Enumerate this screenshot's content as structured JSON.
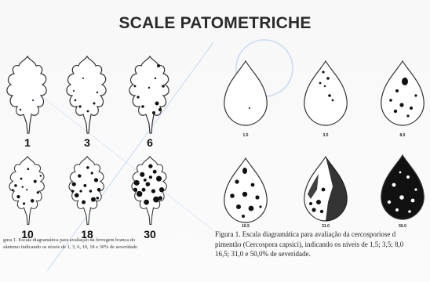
{
  "slide": {
    "title": "SCALE PATOMETRICHE"
  },
  "left_figure": {
    "labels": [
      "1",
      "3",
      "6",
      "10",
      "18",
      "30"
    ],
    "caption_lines": [
      "gura 1. Escala diagramática para avaliação da ferrugem branca do",
      "sântemo indicando os níveis de 1, 3, 6, 10, 18 e 30% de severidade"
    ]
  },
  "right_figure": {
    "labels": [
      "1.5",
      "3.5",
      "8.0",
      "16.5",
      "31.0",
      "50.0"
    ],
    "caption_lines": [
      "Figura 1. Escala diagramática para avaliação da cercosporiose d",
      "pimentão (Cercospora capsici), indicando os níveis de 1,5; 3,5; 8,0",
      "16,5; 31,0 e 50,0% de severidade."
    ]
  },
  "colors": {
    "title": "#2b2b2b",
    "lesion": "#111111",
    "background": "#fbfbfb"
  }
}
